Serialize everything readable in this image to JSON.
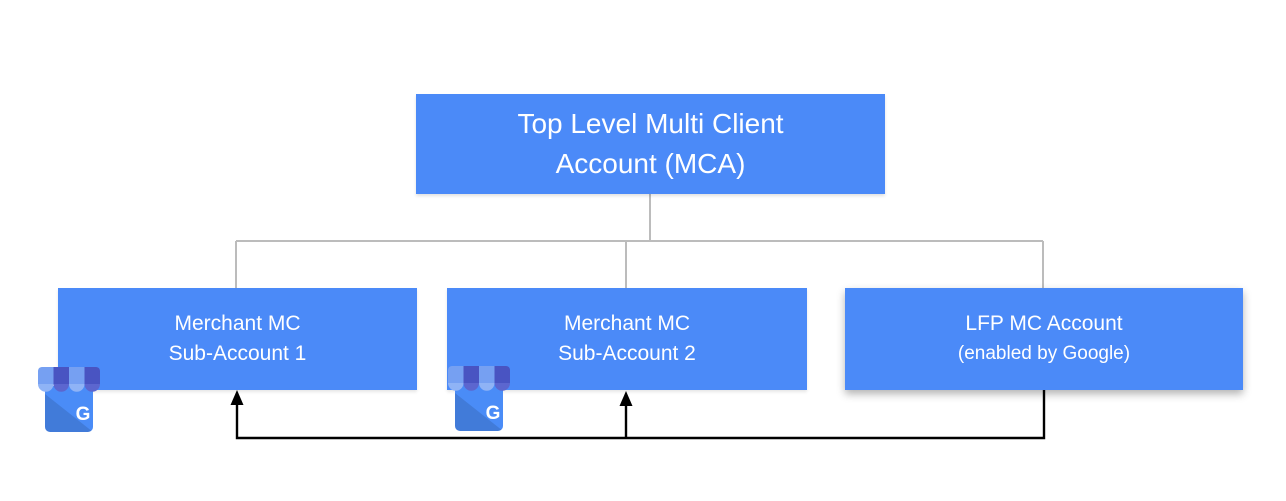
{
  "colors": {
    "node_fill": "#4b8af8",
    "node_text": "#ffffff",
    "tree_line": "#bcbcbc",
    "flow_line": "#000000",
    "gmb_body": "#4a8cf7",
    "gmb_band_light": "#76a0f2",
    "gmb_band_dark": "#4954c2",
    "gmb_scallop_light": "#8fb3f6",
    "gmb_scallop_dark": "#5c66cf"
  },
  "nodes": {
    "mca": {
      "lines": [
        "Top Level Multi Client",
        "Account (MCA)"
      ]
    },
    "sub1": {
      "lines": [
        "Merchant MC",
        "Sub-Account 1"
      ]
    },
    "sub2": {
      "lines": [
        "Merchant MC",
        "Sub-Account 2"
      ]
    },
    "lfp": {
      "lines": [
        "LFP MC Account",
        "(enabled by Google)"
      ]
    }
  },
  "icons": {
    "sub1_badge": "google-my-business-icon",
    "sub2_badge": "google-my-business-icon",
    "g_letter": "G"
  }
}
